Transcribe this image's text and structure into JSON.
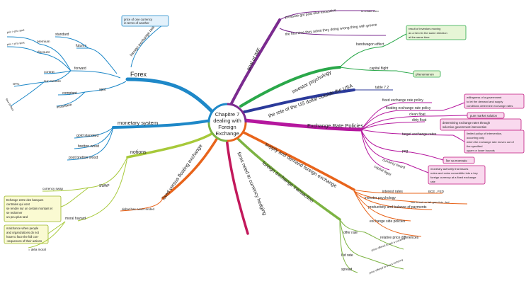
{
  "center": {
    "lines": [
      "Chapitre 7",
      "dealing with",
      "Foreign",
      "Exchange"
    ]
  },
  "colors": {
    "forex": "#1e88c8",
    "imf": "#7b2b8f",
    "psych": "#2aa84a",
    "dollar": "#2b3a9a",
    "erp": "#b5179e",
    "sdfe": "#e8641b",
    "monetary": "#1e88c8",
    "notions": "#a7c93a",
    "fvf": "#e8641b",
    "fet": "#7cb342",
    "hedge": "#c2185b",
    "box_fill_pink": "#f9d9ee",
    "box_stroke_pink": "#c0187f",
    "box_fill_green": "#e6f5d6",
    "box_stroke_green": "#2aa84a",
    "box_fill_yellow": "#fafad2",
    "box_stroke_yellow": "#9ab52a",
    "box_fill_blue": "#e3f1fb",
    "box_stroke_blue": "#1e88c8"
  },
  "nodes": {
    "forex": "Forex",
    "forex_children": {
      "fer": "foreign exchange rate",
      "fer_box": [
        "price of one currency",
        "in terms of another"
      ],
      "futures": "futures",
      "standard": "standard",
      "forward": "forward",
      "premium": "premium",
      "premium_sub": "prix > prix spot",
      "discount": "discount",
      "discount_sub": "prix < prix spot",
      "contrat": "contrat",
      "tous_mesure": "sur mesure",
      "otc": "OTC",
      "face": "face to face",
      "spot": "spot",
      "comptant": "comptant",
      "instantane": "instantané"
    },
    "monetary": "monetary system",
    "monetary_children": [
      "gold standard",
      "bretton wood",
      "post bretton wood"
    ],
    "notions": "notions",
    "swap": "SWAP",
    "currency_swap": "currency swap",
    "swap_box": [
      "Echange entre des banques",
      "centrales qui vont",
      "se rendre sur un certain montant et",
      "se redonner",
      "un peu plus tard"
    ],
    "moral_hazard": "moral hazard",
    "moral_box": [
      "malchance when people",
      "and organizations do not",
      "have to face the full con-",
      "-sequences of their actions"
    ],
    "alea_moral": "= aléa moral",
    "fvf": "fixed versus floating exchange",
    "debat": "debat has never ended",
    "hedge": "firms need to currency hedging",
    "fet": "foreign exchange transaction",
    "fet_children": {
      "offer_rate": "offer rate",
      "offer_sub": "price offered to sell a currency",
      "bid_rate": "bid rate",
      "bid_sub": "price offered to buy a currency",
      "spread": "spread"
    },
    "sdfe": "supply and demand foreign exchange",
    "sdfe_children": {
      "interest": "interest rates",
      "interest_sub": "BCE , FED",
      "inv_psych": "investor psychology",
      "inv_psych_sub": "vue à mal un fait gars fois , fed",
      "productivity": "productivity and balance of payments",
      "exch_side": "exchange side policies",
      "relative": "relative price differences"
    },
    "imf": "goal of IMF",
    "imf_children": {
      "prestige": "pressure got past else excessive",
      "prestige_sub": "to create euro",
      "first_time": "the first time they admit they doing wrong thing with greece"
    },
    "psych": "investor psychology",
    "bandwagon": "bandwagon effect",
    "band_box": [
      "result of investors moving",
      "as a herd in the same direction",
      "at the same time"
    ],
    "capital_flight": "capital flight",
    "pheno_box": "phenomenon",
    "dollar": "the role of the US dollar outside the USA",
    "table": "table 7.2",
    "erp": "Exchange Rate Policies",
    "erp_children": {
      "fixed": "fixed exchange rate policy",
      "floating": "floating exchange rate policy",
      "clean": "clean float",
      "dirty": "dirty float",
      "target": "target exchange rates",
      "peg": "peg",
      "board": "currency board",
      "flight": "capital flight"
    },
    "erp_boxes": {
      "floating_box": [
        "willingness of a government",
        "to let the demand and supply",
        "conditions determine exchange rates"
      ],
      "clean_box": "pure market solution",
      "dirty_box": [
        "determining exchange rates through",
        "selective government intervention"
      ],
      "target_box": [
        "limited policy of intervention,",
        "occurring only",
        "when the exchange rate moves out of",
        "the specified",
        "upper or lower bounds"
      ],
      "peg_box": "lier sa monnaie",
      "board_box": [
        "monetary authority that issues",
        "notes and coins convertible into a key",
        "foreign currency at a fixed exchange",
        "rate"
      ]
    }
  }
}
